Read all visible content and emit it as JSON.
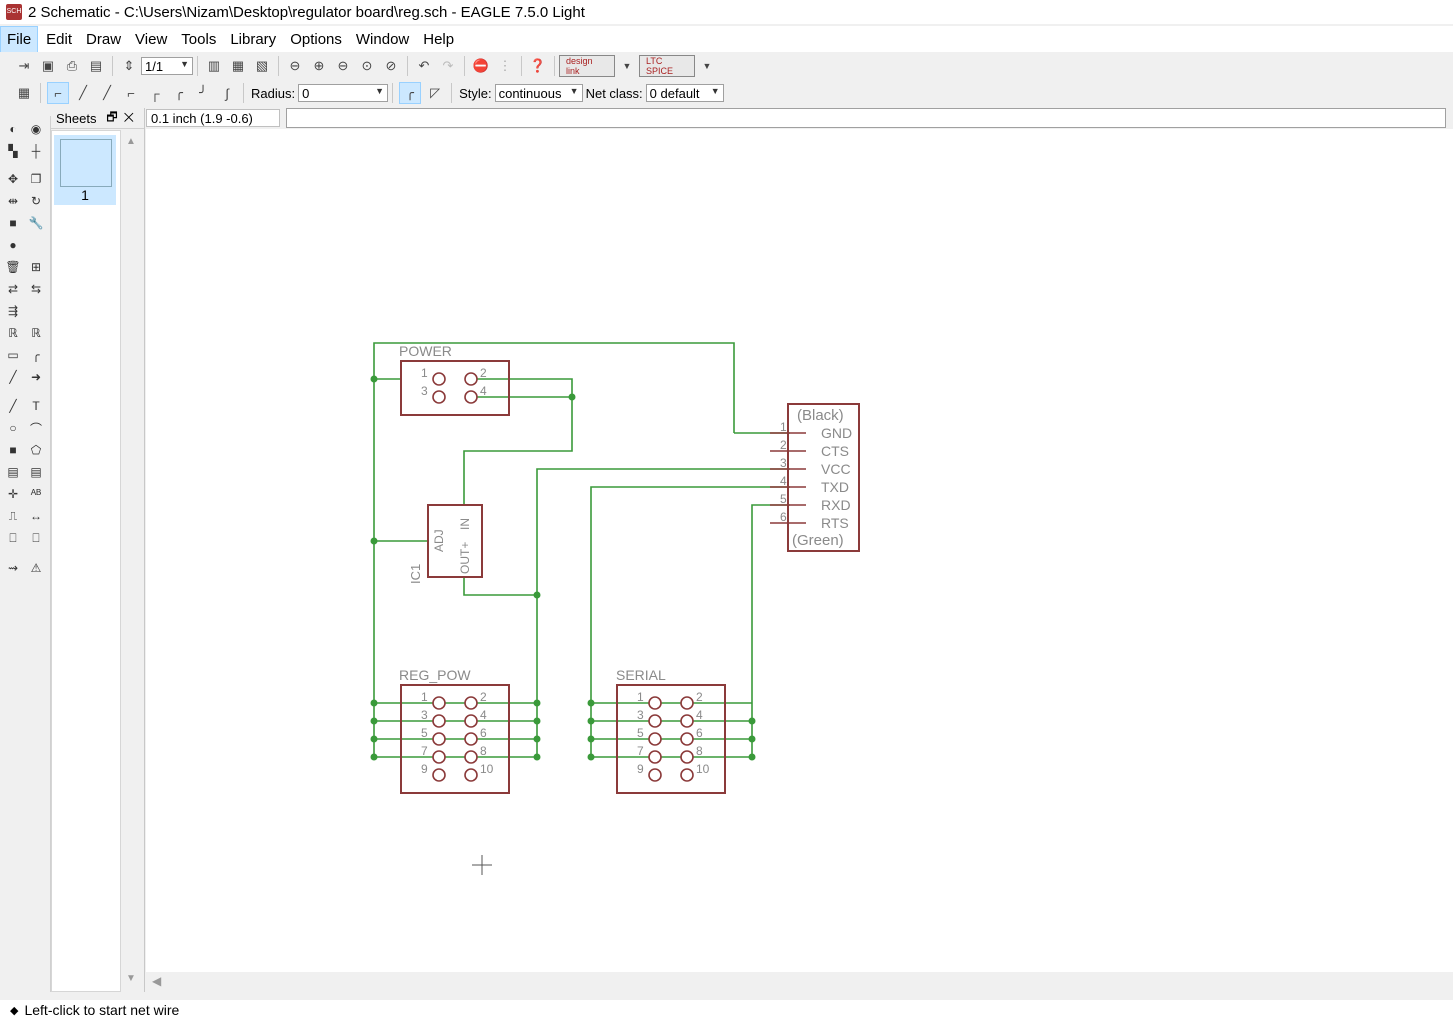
{
  "window": {
    "title": "2 Schematic - C:\\Users\\Nizam\\Desktop\\regulator board\\reg.sch - EAGLE 7.5.0 Light"
  },
  "menu": [
    "File",
    "Edit",
    "Draw",
    "View",
    "Tools",
    "Library",
    "Options",
    "Window",
    "Help"
  ],
  "toolbar": {
    "sheet_select": "1/1",
    "designlink_label": "design link",
    "ltspice_label": "LTC SPICE"
  },
  "wire_toolbar": {
    "radius_label": "Radius:",
    "radius_value": "0",
    "style_label": "Style:",
    "style_value": "continuous",
    "netclass_label": "Net class:",
    "netclass_value": "0 default"
  },
  "sheets_panel": {
    "title": "Sheets",
    "sheets": [
      "1"
    ]
  },
  "coordinates": "0.1 inch (1.9 -0.6)",
  "schematic": {
    "power": {
      "name": "POWER",
      "pins": [
        "1",
        "2",
        "3",
        "4"
      ]
    },
    "ic1": {
      "name": "IC1",
      "pins": [
        "ADJ",
        "IN",
        "OUT+"
      ]
    },
    "reg_pow": {
      "name": "REG_POW",
      "pins": [
        "1",
        "2",
        "3",
        "4",
        "5",
        "6",
        "7",
        "8",
        "9",
        "10"
      ]
    },
    "serial": {
      "name": "SERIAL",
      "pins": [
        "1",
        "2",
        "3",
        "4",
        "5",
        "6",
        "7",
        "8",
        "9",
        "10"
      ]
    },
    "ftdi": {
      "top_label": "(Black)",
      "bottom_label": "(Green)",
      "pin_numbers": [
        "1",
        "2",
        "3",
        "4",
        "5",
        "6"
      ],
      "pin_names": [
        "GND",
        "CTS",
        "VCC",
        "TXD",
        "RXD",
        "RTS"
      ]
    }
  },
  "status": "Left-click to start net wire",
  "colors": {
    "wire": "#3a9a3a",
    "part": "#8b3a3a",
    "label": "#8a8a8a"
  }
}
